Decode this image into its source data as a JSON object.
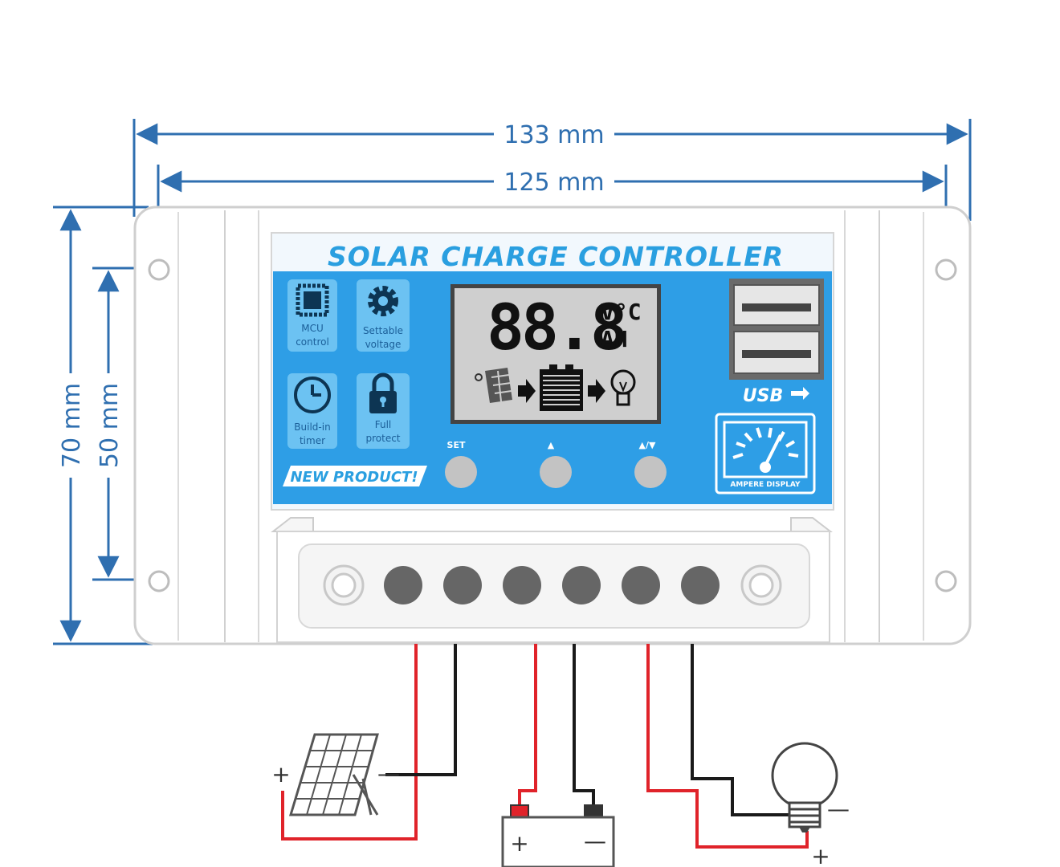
{
  "dimensions": {
    "outer_width": "133 mm",
    "inner_width": "125 mm",
    "outer_height": "70 mm",
    "inner_height": "50 mm"
  },
  "panel": {
    "title": "SOLAR CHARGE CONTROLLER",
    "features": [
      {
        "icon": "chip-icon",
        "line1": "MCU",
        "line2": "control"
      },
      {
        "icon": "gear-icon",
        "line1": "Settable",
        "line2": "voltage"
      },
      {
        "icon": "clock-icon",
        "line1": "Build-in",
        "line2": "timer"
      },
      {
        "icon": "lock-icon",
        "line1": "Full",
        "line2": "protect"
      }
    ],
    "badge": "NEW PRODUCT!",
    "lcd": {
      "digits": "88.8",
      "unit_top": "V°C",
      "unit_bottom": "AH"
    },
    "buttons": [
      {
        "label": "SET"
      },
      {
        "label": "▲"
      },
      {
        "label": "▲/▼"
      }
    ],
    "usb_label": "USB",
    "ampere_label": "AMPERE DISPLAY"
  },
  "wiring": {
    "solar_plus": "+",
    "solar_minus": "—",
    "battery_plus": "+",
    "battery_minus": "—",
    "load_plus": "+",
    "load_minus": "—"
  },
  "colors": {
    "dimension": "#2f6fb0",
    "panel_blue": "#2e9ee6",
    "title_blue": "#2a9fe0",
    "wire_red": "#e0232a",
    "wire_black": "#1a1a1a",
    "terminal_gray": "#666666"
  }
}
